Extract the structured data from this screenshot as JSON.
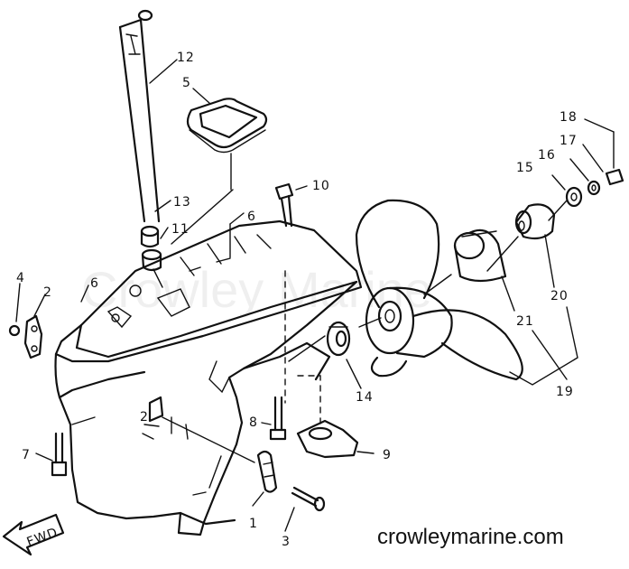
{
  "watermark_text": "Crowley Marine",
  "site_url": "crowleymarine.com",
  "fwd_label": "FWD",
  "callouts": [
    {
      "id": "1",
      "label": "1"
    },
    {
      "id": "2a",
      "label": "2"
    },
    {
      "id": "2b",
      "label": "2"
    },
    {
      "id": "3",
      "label": "3"
    },
    {
      "id": "4",
      "label": "4"
    },
    {
      "id": "5",
      "label": "5"
    },
    {
      "id": "6a",
      "label": "6"
    },
    {
      "id": "6b",
      "label": "6"
    },
    {
      "id": "7",
      "label": "7"
    },
    {
      "id": "8",
      "label": "8"
    },
    {
      "id": "9",
      "label": "9"
    },
    {
      "id": "10",
      "label": "10"
    },
    {
      "id": "11",
      "label": "11"
    },
    {
      "id": "12",
      "label": "12"
    },
    {
      "id": "13",
      "label": "13"
    },
    {
      "id": "14",
      "label": "14"
    },
    {
      "id": "15",
      "label": "15"
    },
    {
      "id": "16",
      "label": "16"
    },
    {
      "id": "17",
      "label": "17"
    },
    {
      "id": "18",
      "label": "18"
    },
    {
      "id": "19",
      "label": "19"
    },
    {
      "id": "20",
      "label": "20"
    },
    {
      "id": "21",
      "label": "21"
    }
  ]
}
